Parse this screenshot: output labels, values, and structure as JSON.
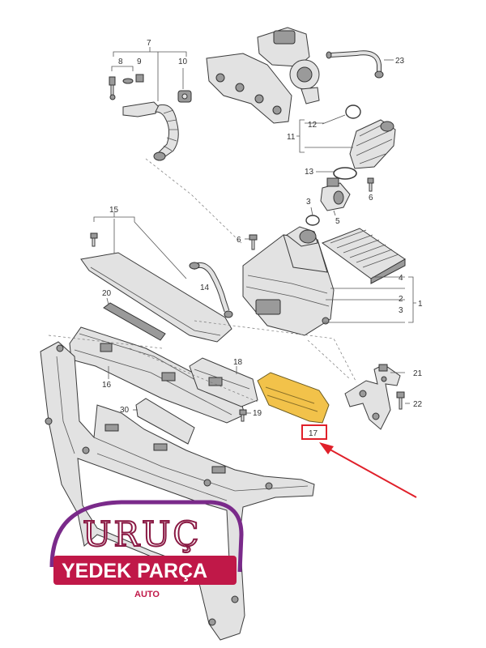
{
  "colors": {
    "highlight_part": "#f2c24a",
    "highlight_box": "#e0202a",
    "arrow": "#e0202a",
    "logo_primary": "#c01848",
    "logo_secondary": "#7a2a8a"
  },
  "labels": {
    "l1": "1",
    "l2": "2",
    "l3": "3",
    "l3b": "3",
    "l4": "4",
    "l5": "5",
    "l6a": "6",
    "l6b": "6",
    "l7": "7",
    "l8": "8",
    "l9": "9",
    "l10": "10",
    "l11": "11",
    "l12": "12",
    "l13": "13",
    "l14": "14",
    "l15": "15",
    "l16": "16",
    "l17": "17",
    "l18": "18",
    "l19": "19",
    "l20": "20",
    "l21": "21",
    "l22": "22",
    "l23": "23",
    "l30": "30"
  },
  "logo": {
    "name": "URUÇ",
    "tagline": "YEDEK PARÇA",
    "sub": "AUTO"
  }
}
